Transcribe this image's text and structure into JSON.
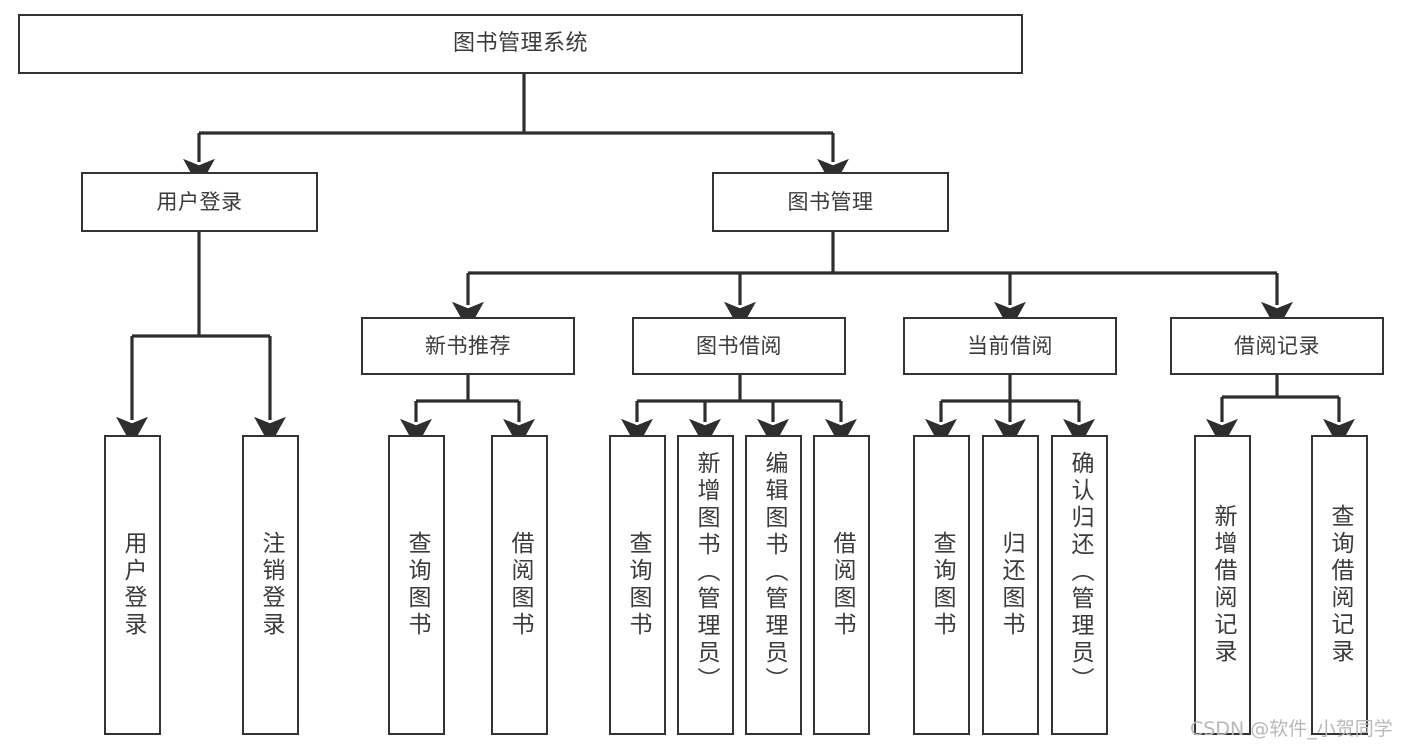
{
  "diagram": {
    "title": "图书管理系统",
    "type": "tree-hierarchy-chart",
    "background": "#ffffff",
    "line_color": "#333333",
    "text_color": "#3b3b3b"
  },
  "nodes": {
    "root": {
      "label": "图书管理系统"
    },
    "level1": [
      {
        "id": "user-login",
        "label": "用户登录"
      },
      {
        "id": "book-manage",
        "label": "图书管理"
      }
    ],
    "level2": [
      {
        "id": "new-book-recommend",
        "label": "新书推荐"
      },
      {
        "id": "book-borrow",
        "label": "图书借阅"
      },
      {
        "id": "current-borrow",
        "label": "当前借阅"
      },
      {
        "id": "borrow-record",
        "label": "借阅记录"
      }
    ],
    "leaves": [
      {
        "id": "leaf-user-login",
        "label": "用户登录",
        "parent": "user-login",
        "short": true
      },
      {
        "id": "leaf-logout-login",
        "label": "注销登录",
        "parent": "user-login",
        "short": true
      },
      {
        "id": "leaf-query-book-1",
        "label": "查询图书",
        "parent": "new-book-recommend",
        "short": true
      },
      {
        "id": "leaf-borrow-book-1",
        "label": "借阅图书",
        "parent": "new-book-recommend",
        "short": true
      },
      {
        "id": "leaf-query-book-2",
        "label": "查询图书",
        "parent": "book-borrow",
        "short": true
      },
      {
        "id": "leaf-add-book",
        "label": "新增图书（管理员）",
        "parent": "book-borrow",
        "short": false
      },
      {
        "id": "leaf-edit-book",
        "label": "编辑图书（管理员）",
        "parent": "book-borrow",
        "short": false
      },
      {
        "id": "leaf-borrow-book-2",
        "label": "借阅图书",
        "parent": "book-borrow",
        "short": true
      },
      {
        "id": "leaf-query-book-3",
        "label": "查询图书",
        "parent": "current-borrow",
        "short": true
      },
      {
        "id": "leaf-return-book",
        "label": "归还图书",
        "parent": "current-borrow",
        "short": true
      },
      {
        "id": "leaf-confirm-return",
        "label": "确认归还（管理员）",
        "parent": "current-borrow",
        "short": false
      },
      {
        "id": "leaf-add-record",
        "label": "新增借阅记录",
        "parent": "borrow-record",
        "short": true
      },
      {
        "id": "leaf-query-record",
        "label": "查询借阅记录",
        "parent": "borrow-record",
        "short": true
      }
    ]
  },
  "watermark": {
    "text": "CSDN @软件_小贺同学"
  }
}
